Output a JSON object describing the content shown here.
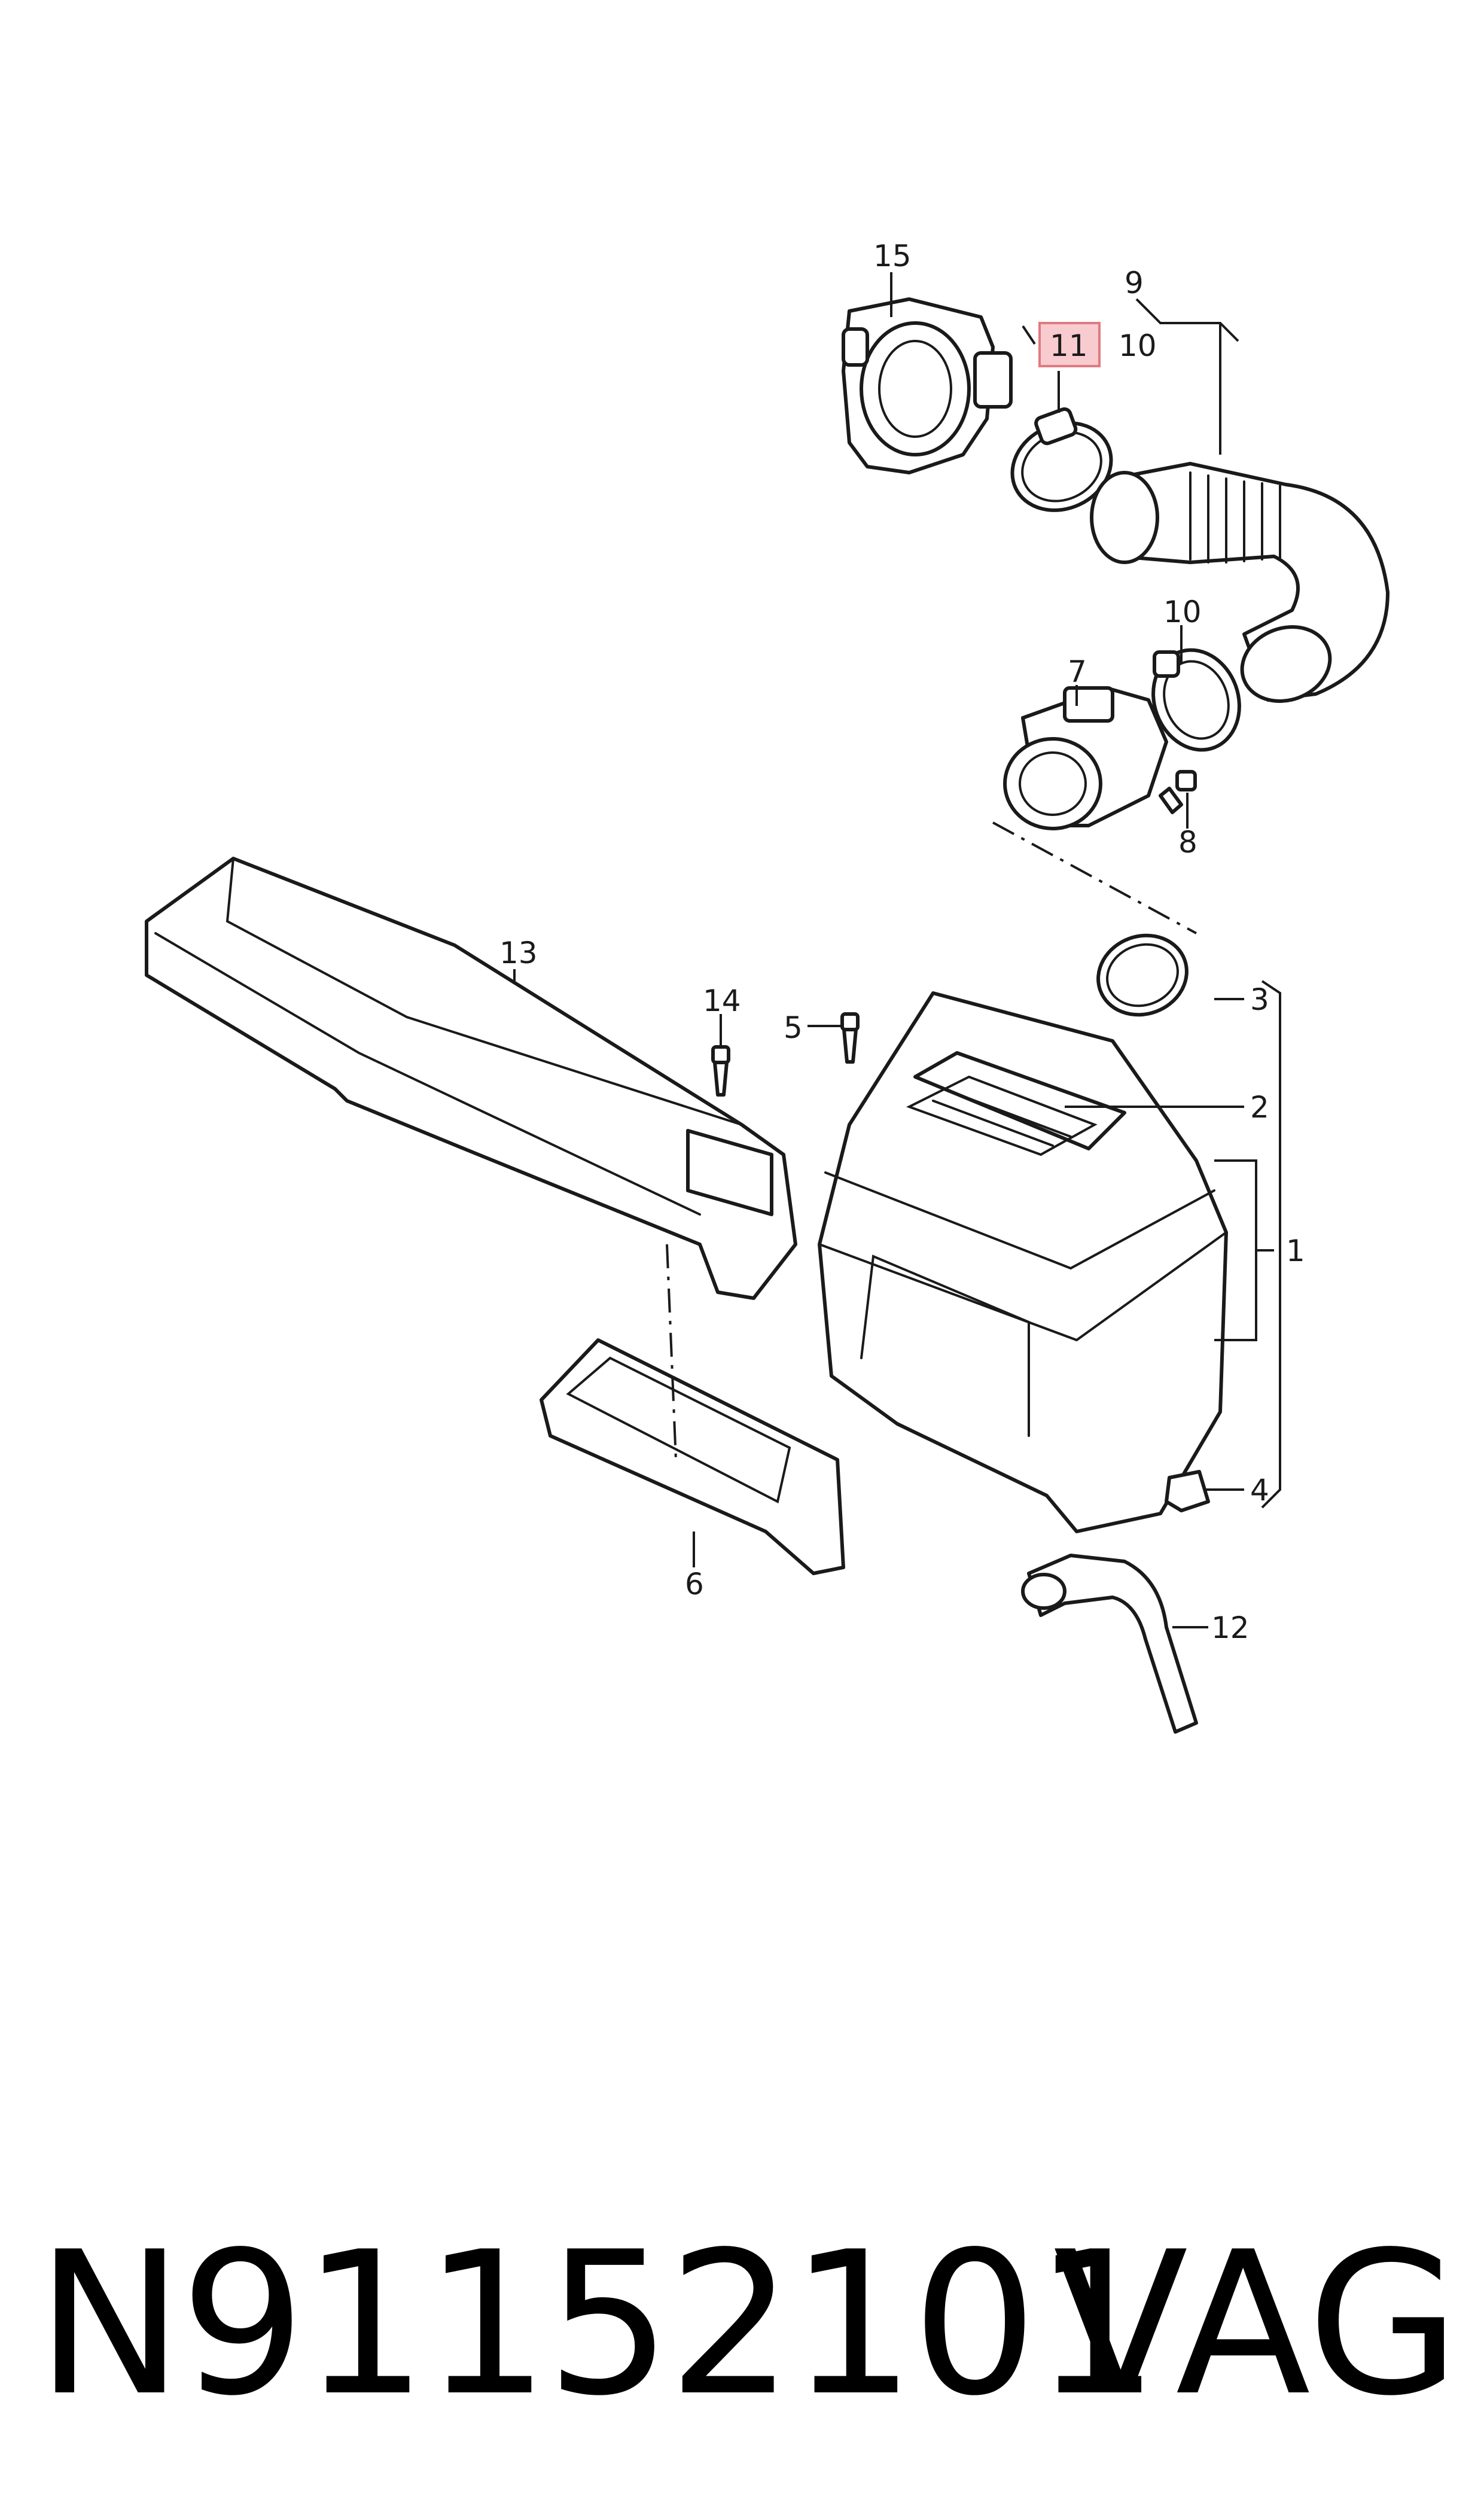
{
  "callouts": {
    "c1": "1",
    "c2": "2",
    "c3": "3",
    "c4": "4",
    "c5": "5",
    "c6": "6",
    "c7": "7",
    "c8": "8",
    "c9": "9",
    "c10a": "10",
    "c10b": "10",
    "c11": "11",
    "c12": "12",
    "c13": "13",
    "c14": "14",
    "c15": "15"
  },
  "highlight": {
    "callout": "11",
    "color": "#f4a9ad"
  },
  "footer": {
    "part_number": "N91152101",
    "brand": "VAG"
  }
}
